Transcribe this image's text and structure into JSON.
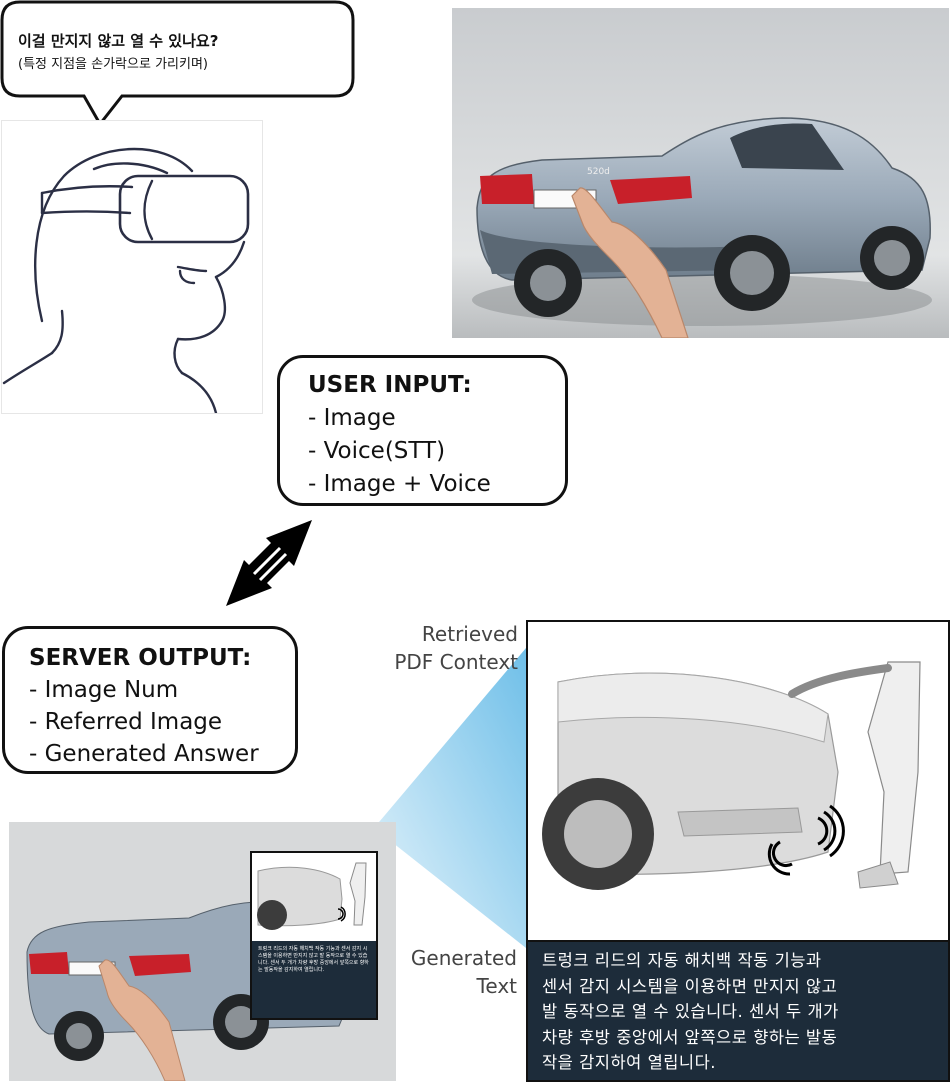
{
  "speech_bubble": {
    "question": "이걸 만지지 않고 열 수 있나요?",
    "subtext": "(특정 지점을 손가락으로 가리키며)"
  },
  "user_input": {
    "title": "USER INPUT:",
    "items": [
      "- Image",
      "- Voice(STT)",
      "- Image + Voice"
    ]
  },
  "server_output": {
    "title": "SERVER OUTPUT:",
    "items": [
      "- Image Num",
      "- Referred Image",
      "- Generated Answer"
    ]
  },
  "labels": {
    "retrieved_line1": "Retrieved",
    "retrieved_line2": "PDF Context",
    "generated_line1": "Generated",
    "generated_line2": "Text"
  },
  "generated_text": {
    "lines": [
      "트렁크 리드의 자동 해치백 작동 기능과",
      "센서 감지 시스템을 이용하면 만지지 않고",
      "발 동작으로 열 수 있습니다. 센서 두 개가",
      "차량 후방 중앙에서 앞쪽으로 향하는 발동",
      "작을 감지하여 열립니다."
    ]
  },
  "thumbnail_text": "트렁크 리드의 자동 해치백 작동 기능과 센서 감지 시스템을 이용하면 만지지 않고 발 동작으로 열 수 있습니다. 센서 두 개가 차량 후방 중앙에서 앞쪽으로 향하는 발동작을 감지하여 열립니다.",
  "car_badge": "520d",
  "colors": {
    "panel_dark": "#1d2c3a",
    "beam_blue": "#5fb8e6",
    "car_body": "#9aa9b8",
    "taillight": "#c8202a"
  }
}
